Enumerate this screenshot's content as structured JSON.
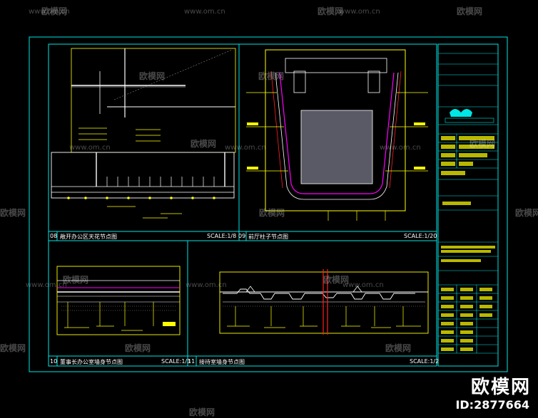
{
  "watermarks": {
    "url_text": "www.om.cn",
    "logo_text": "欧模网"
  },
  "panels": [
    {
      "number": "08",
      "title": "敞开办公区天花节点图",
      "scale": "SCALE:1/8"
    },
    {
      "number": "09",
      "title": "前厅柱子节点图",
      "scale": "SCALE:1/20"
    },
    {
      "number": "10",
      "title": "董事长办公室墙身节点图",
      "scale": "SCALE:1/3"
    },
    {
      "number": "11",
      "title": "接待室墙身节点图",
      "scale": "SCALE:1/2"
    }
  ],
  "brand": {
    "name": "欧模网",
    "id": "ID:2877664"
  },
  "colors": {
    "background": "#000000",
    "frame": "#00e5e5",
    "yellow": "#ffff00",
    "magenta": "#ff00ff",
    "red": "#ff2020",
    "fill_gray": "#5a5a66"
  }
}
